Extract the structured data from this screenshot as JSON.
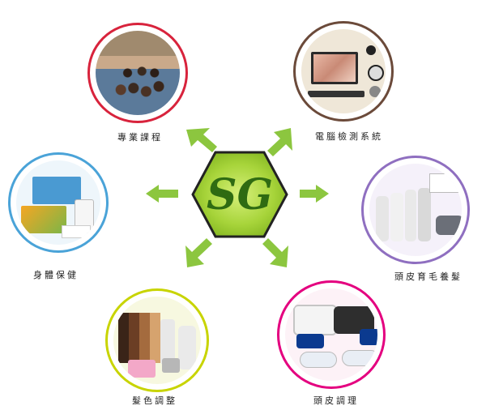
{
  "center_logo": {
    "text": "SG",
    "bg_color": "#9fd12c",
    "border_color": "#222222",
    "text_color": "#2f6b12"
  },
  "arrow_color": "#8cc63f",
  "nodes": [
    {
      "key": "courses",
      "label": "專業課程",
      "ring_color": "#d8233c",
      "icon": "group-photo-icon"
    },
    {
      "key": "detect",
      "label": "電腦檢測系統",
      "ring_color": "#6b4a3a",
      "icon": "computer-scope-icon"
    },
    {
      "key": "hair",
      "label": "頭皮育毛養髮",
      "ring_color": "#8f6fc0",
      "icon": "hair-bottles-icon"
    },
    {
      "key": "scalp",
      "label": "頭皮調理",
      "ring_color": "#e4007f",
      "icon": "cream-jars-icon"
    },
    {
      "key": "color",
      "label": "髮色調整",
      "ring_color": "#c8d400",
      "icon": "color-swatch-icon"
    },
    {
      "key": "health",
      "label": "身體保健",
      "ring_color": "#4aa3d8",
      "icon": "product-boxes-icon"
    }
  ]
}
